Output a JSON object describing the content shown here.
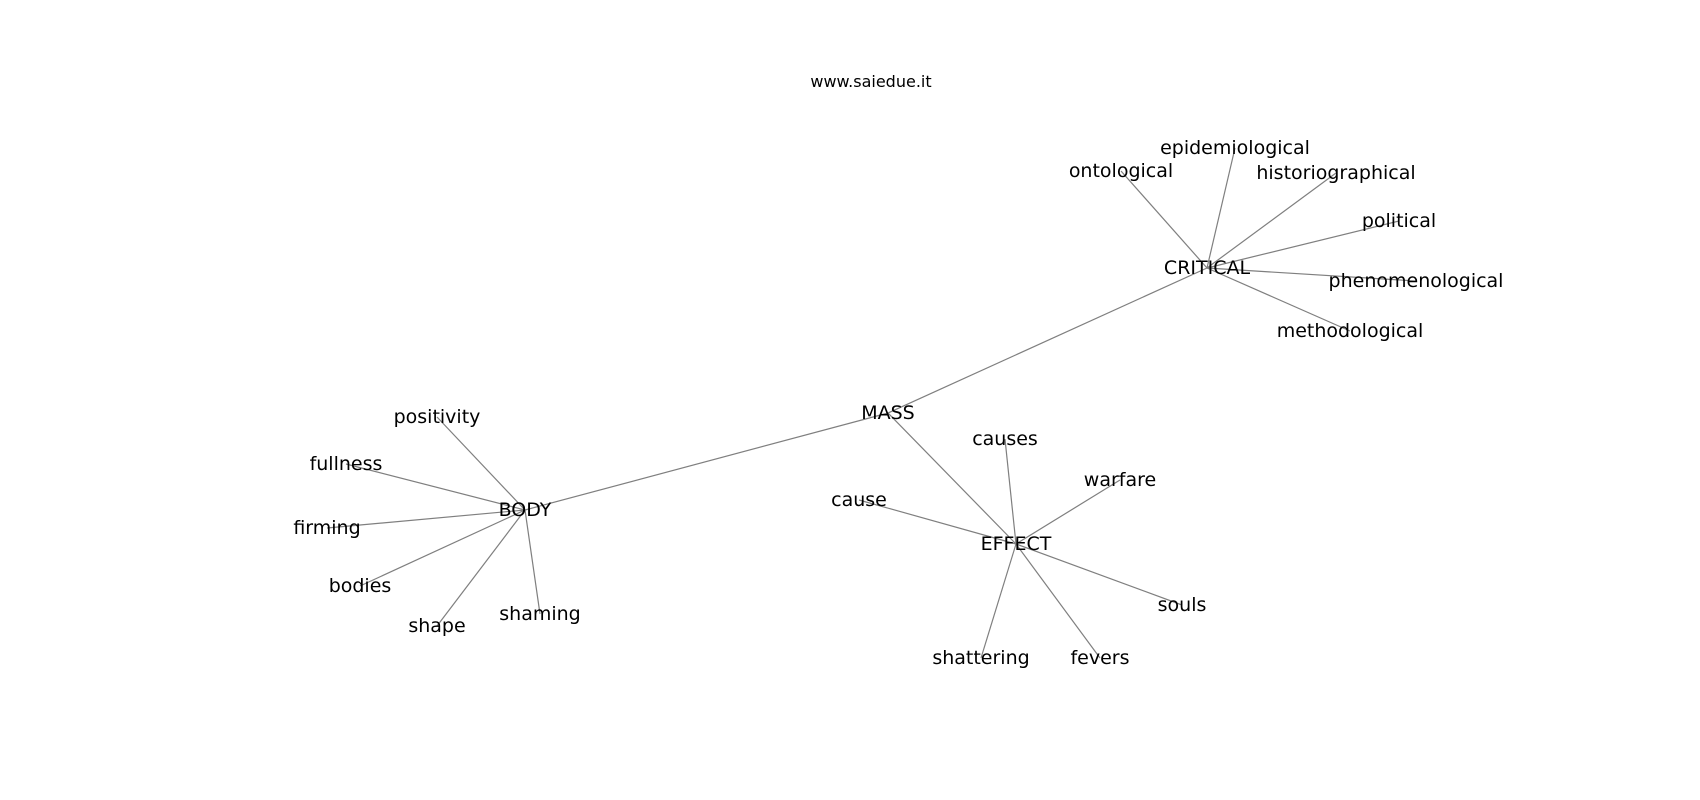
{
  "source": "www.saiedue.it",
  "graph": {
    "nodes": [
      {
        "id": "MASS",
        "label": "MASS"
      },
      {
        "id": "CRITICAL",
        "label": "CRITICAL"
      },
      {
        "id": "BODY",
        "label": "BODY"
      },
      {
        "id": "EFFECT",
        "label": "EFFECT"
      },
      {
        "id": "epidemiological",
        "label": "epidemiological"
      },
      {
        "id": "ontological",
        "label": "ontological"
      },
      {
        "id": "historiographical",
        "label": "historiographical"
      },
      {
        "id": "political",
        "label": "political"
      },
      {
        "id": "phenomenological",
        "label": "phenomenological"
      },
      {
        "id": "methodological",
        "label": "methodological"
      },
      {
        "id": "positivity",
        "label": "positivity"
      },
      {
        "id": "fullness",
        "label": "fullness"
      },
      {
        "id": "firming",
        "label": "firming"
      },
      {
        "id": "bodies",
        "label": "bodies"
      },
      {
        "id": "shape",
        "label": "shape"
      },
      {
        "id": "shaming",
        "label": "shaming"
      },
      {
        "id": "causes",
        "label": "causes"
      },
      {
        "id": "warfare",
        "label": "warfare"
      },
      {
        "id": "cause",
        "label": "cause"
      },
      {
        "id": "souls",
        "label": "souls"
      },
      {
        "id": "shattering",
        "label": "shattering"
      },
      {
        "id": "fevers",
        "label": "fevers"
      }
    ],
    "edges": [
      [
        "MASS",
        "CRITICAL"
      ],
      [
        "MASS",
        "BODY"
      ],
      [
        "MASS",
        "EFFECT"
      ],
      [
        "CRITICAL",
        "epidemiological"
      ],
      [
        "CRITICAL",
        "ontological"
      ],
      [
        "CRITICAL",
        "historiographical"
      ],
      [
        "CRITICAL",
        "political"
      ],
      [
        "CRITICAL",
        "phenomenological"
      ],
      [
        "CRITICAL",
        "methodological"
      ],
      [
        "BODY",
        "positivity"
      ],
      [
        "BODY",
        "fullness"
      ],
      [
        "BODY",
        "firming"
      ],
      [
        "BODY",
        "bodies"
      ],
      [
        "BODY",
        "shape"
      ],
      [
        "BODY",
        "shaming"
      ],
      [
        "EFFECT",
        "causes"
      ],
      [
        "EFFECT",
        "warfare"
      ],
      [
        "EFFECT",
        "cause"
      ],
      [
        "EFFECT",
        "souls"
      ],
      [
        "EFFECT",
        "shattering"
      ],
      [
        "EFFECT",
        "fevers"
      ]
    ]
  }
}
